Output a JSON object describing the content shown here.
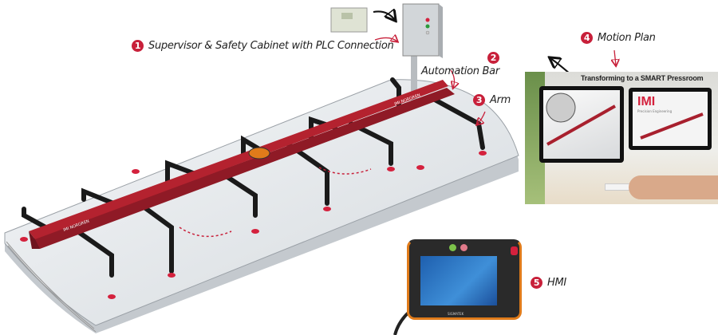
{
  "labels": [
    {
      "number": "1",
      "text": "Supervisor & Safety Cabinet with PLC Connection"
    },
    {
      "number": "2",
      "text": "Automation Bar"
    },
    {
      "number": "3",
      "text": "Arm"
    },
    {
      "number": "4",
      "text": "Motion Plan"
    },
    {
      "number": "5",
      "text": "HMI"
    }
  ],
  "automation_bar_brand": "IMI NORGREN",
  "photo": {
    "title": "Transforming to a SMART Pressroom",
    "logo": "IMI",
    "logo_subtitle": "Precision Engineering"
  },
  "hmi_brand": "SIGMATEK",
  "colors": {
    "accent": "#c8203a",
    "bar": "#a8202e",
    "hmi_trim": "#e07b1a"
  }
}
